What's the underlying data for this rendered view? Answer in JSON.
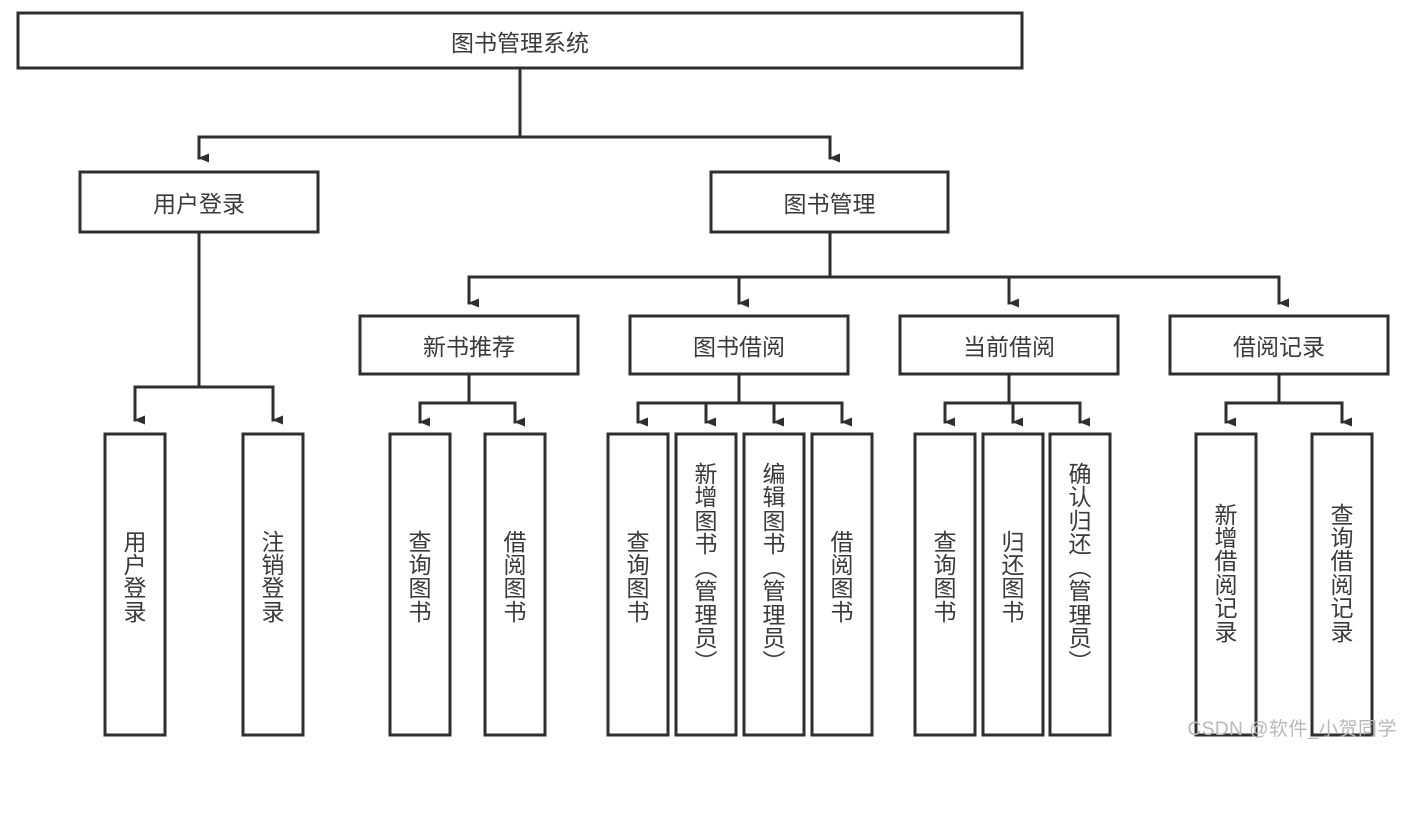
{
  "diagram": {
    "type": "tree",
    "title": "图书管理系统",
    "watermark": "CSDN @软件_小贺同学",
    "colors": {
      "stroke": "#2f2f2f",
      "fill": "#ffffff",
      "text": "#333333",
      "watermark": "#b8b8b8"
    },
    "root": {
      "label": "图书管理系统"
    },
    "level2": [
      {
        "label": "用户登录"
      },
      {
        "label": "图书管理"
      }
    ],
    "level3": [
      {
        "label": "新书推荐"
      },
      {
        "label": "图书借阅"
      },
      {
        "label": "当前借阅"
      },
      {
        "label": "借阅记录"
      }
    ],
    "leaves_user_login": [
      {
        "label": "用户登录"
      },
      {
        "label": "注销登录"
      }
    ],
    "leaves_new_book": [
      {
        "label": "查询图书"
      },
      {
        "label": "借阅图书"
      }
    ],
    "leaves_borrow": [
      {
        "label": "查询图书"
      },
      {
        "label": "新增图书（管理员）"
      },
      {
        "label": "编辑图书（管理员）"
      },
      {
        "label": "借阅图书"
      }
    ],
    "leaves_current": [
      {
        "label": "查询图书"
      },
      {
        "label": "归还图书"
      },
      {
        "label": "确认归还（管理员）"
      }
    ],
    "leaves_record": [
      {
        "label": "新增借阅记录"
      },
      {
        "label": "查询借阅记录"
      }
    ]
  }
}
